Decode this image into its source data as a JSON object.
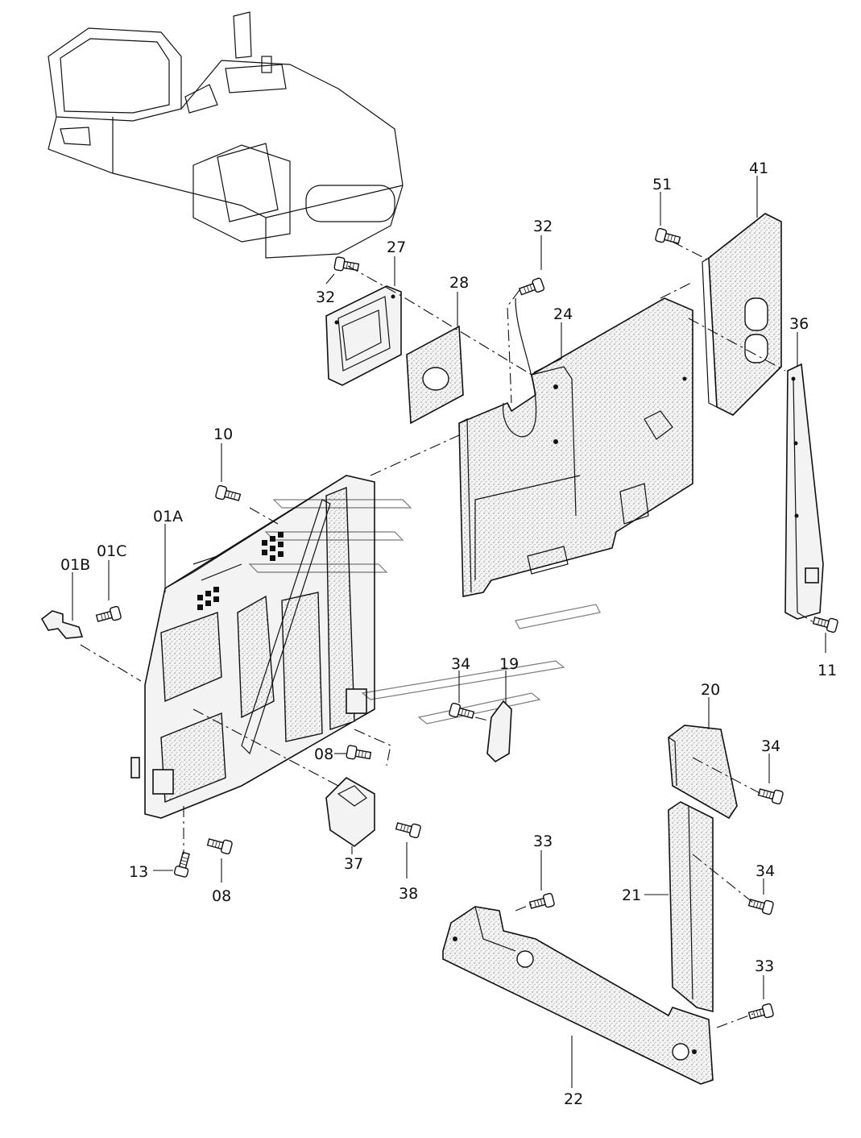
{
  "callouts": {
    "p01A": "01A",
    "p01B": "01B",
    "p01C": "01C",
    "p08a": "08",
    "p08b": "08",
    "p10": "10",
    "p11": "11",
    "p13": "13",
    "p19": "19",
    "p20": "20",
    "p21": "21",
    "p22": "22",
    "p24": "24",
    "p27": "27",
    "p28": "28",
    "p32a": "32",
    "p32b": "32",
    "p33a": "33",
    "p33b": "33",
    "p34a": "34",
    "p34b": "34",
    "p34c": "34",
    "p36": "36",
    "p37": "37",
    "p38": "38",
    "p41": "41",
    "p51": "51"
  },
  "colors": {
    "line": "#111111",
    "background": "#ffffff",
    "insulation": "#e6e6e6"
  }
}
